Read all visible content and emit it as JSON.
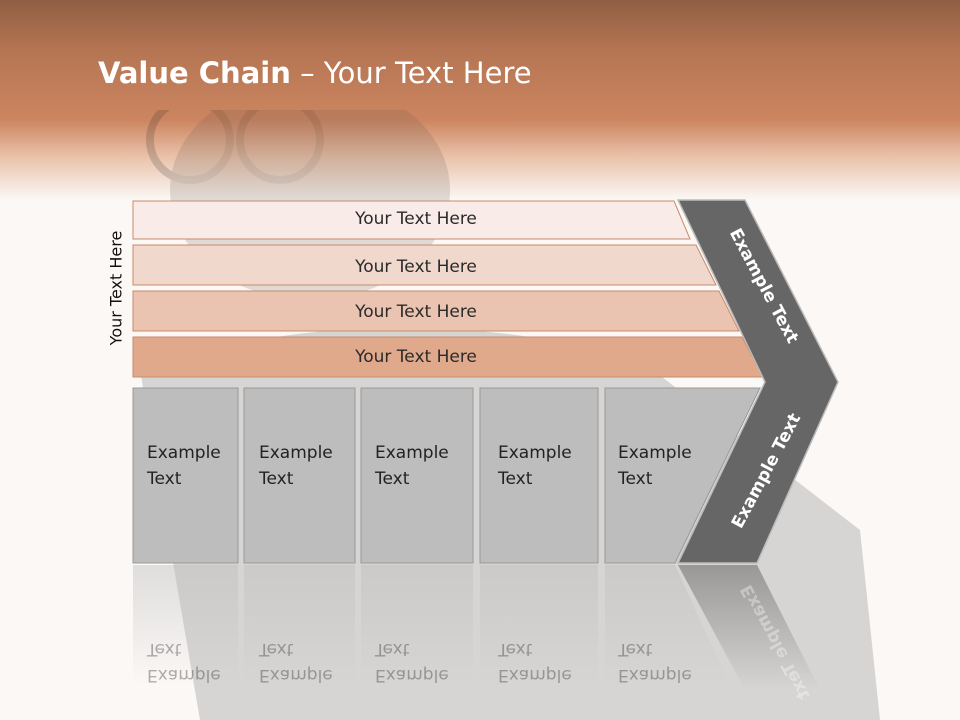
{
  "slide": {
    "title_bold": "Value Chain",
    "title_rest": " – Your Text Here",
    "side_label": "Your Text Here",
    "bars": [
      {
        "label": "Your Text Here",
        "color": "#f9ece8"
      },
      {
        "label": "Your Text Here",
        "color": "#f0d8cc"
      },
      {
        "label": "Your Text Here",
        "color": "#eac4b0"
      },
      {
        "label": "Your Text Here",
        "color": "#e0a98b"
      }
    ],
    "boxes": [
      {
        "line1": "Example",
        "line2": "Text"
      },
      {
        "line1": "Example",
        "line2": "Text"
      },
      {
        "line1": "Example",
        "line2": "Text"
      },
      {
        "line1": "Example",
        "line2": "Text"
      },
      {
        "line1": "Example",
        "line2": "Text"
      }
    ],
    "arrow_top_label": "Example Text",
    "arrow_bottom_label": "Example Text",
    "colors": {
      "header": "#cc8560",
      "box": "#bdbdbd",
      "arrow": "#666666"
    }
  }
}
